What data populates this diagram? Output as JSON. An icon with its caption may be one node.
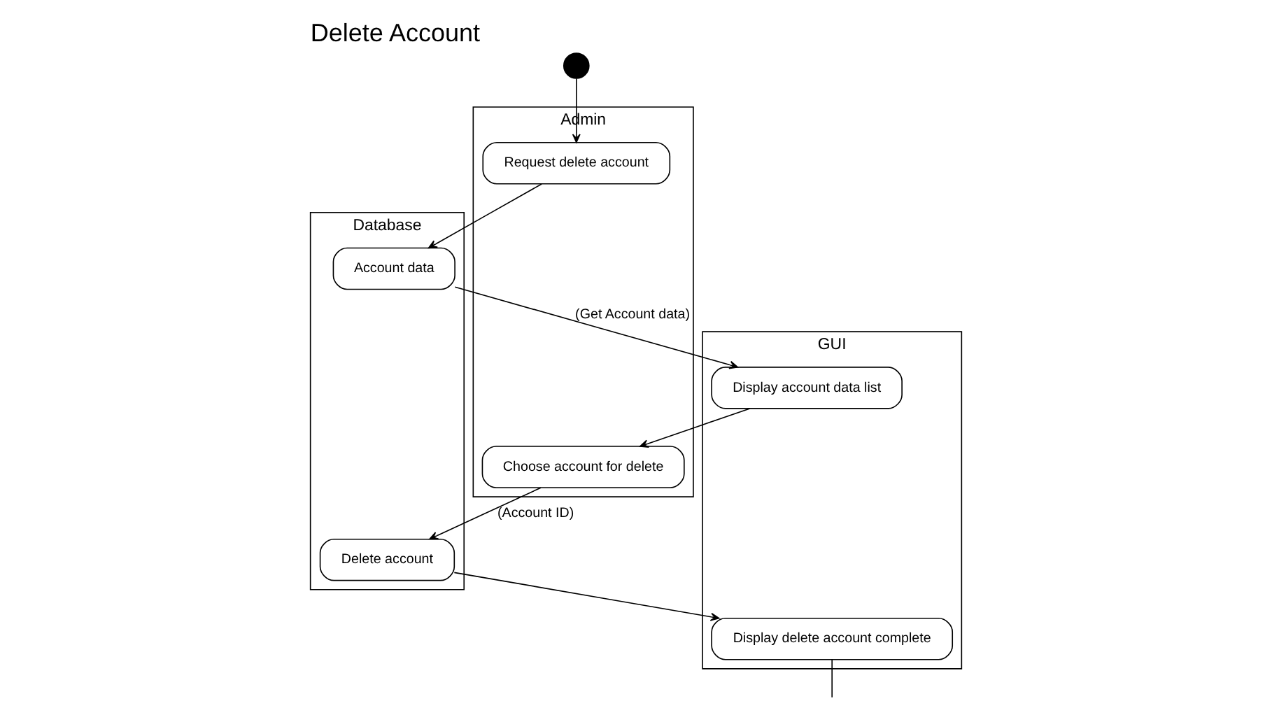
{
  "diagram": {
    "title": "Delete Account",
    "nodes": [
      {
        "text": [
          "Admin"
        ]
      },
      {
        "text": [
          "GUI"
        ]
      },
      {
        "text": [
          "Database"
        ]
      },
      {
        "text": [],
        "shape": "circle"
      },
      {
        "text": [
          "Request delete account"
        ],
        "in": 0
      },
      {
        "text": [
          "Account data"
        ],
        "in": 2
      },
      {
        "text": [
          "Display account data list"
        ],
        "in": 1
      },
      {
        "text": [
          "Choose account for delete"
        ],
        "in": 0
      },
      {
        "text": [
          "Delete account"
        ],
        "in": 2
      },
      {
        "text": [
          "Display delete account complete"
        ],
        "in": 1
      }
    ],
    "edges": [
      {
        "from": 3,
        "to": 4,
        "arrow": "to"
      },
      {
        "from": 4,
        "to": 5,
        "arrow": "to"
      },
      {
        "from": 5,
        "to": 6,
        "arrow": "to",
        "label": "(Get Account data)"
      },
      {
        "from": 6,
        "to": 7,
        "arrow": "to"
      },
      {
        "from": 7,
        "to": 8,
        "arrow": "to",
        "label": "(Account ID)"
      },
      {
        "from": 8,
        "to": 9,
        "arrow": "to"
      },
      {
        "from": 9,
        "to": null,
        "arrow": "none"
      }
    ]
  }
}
